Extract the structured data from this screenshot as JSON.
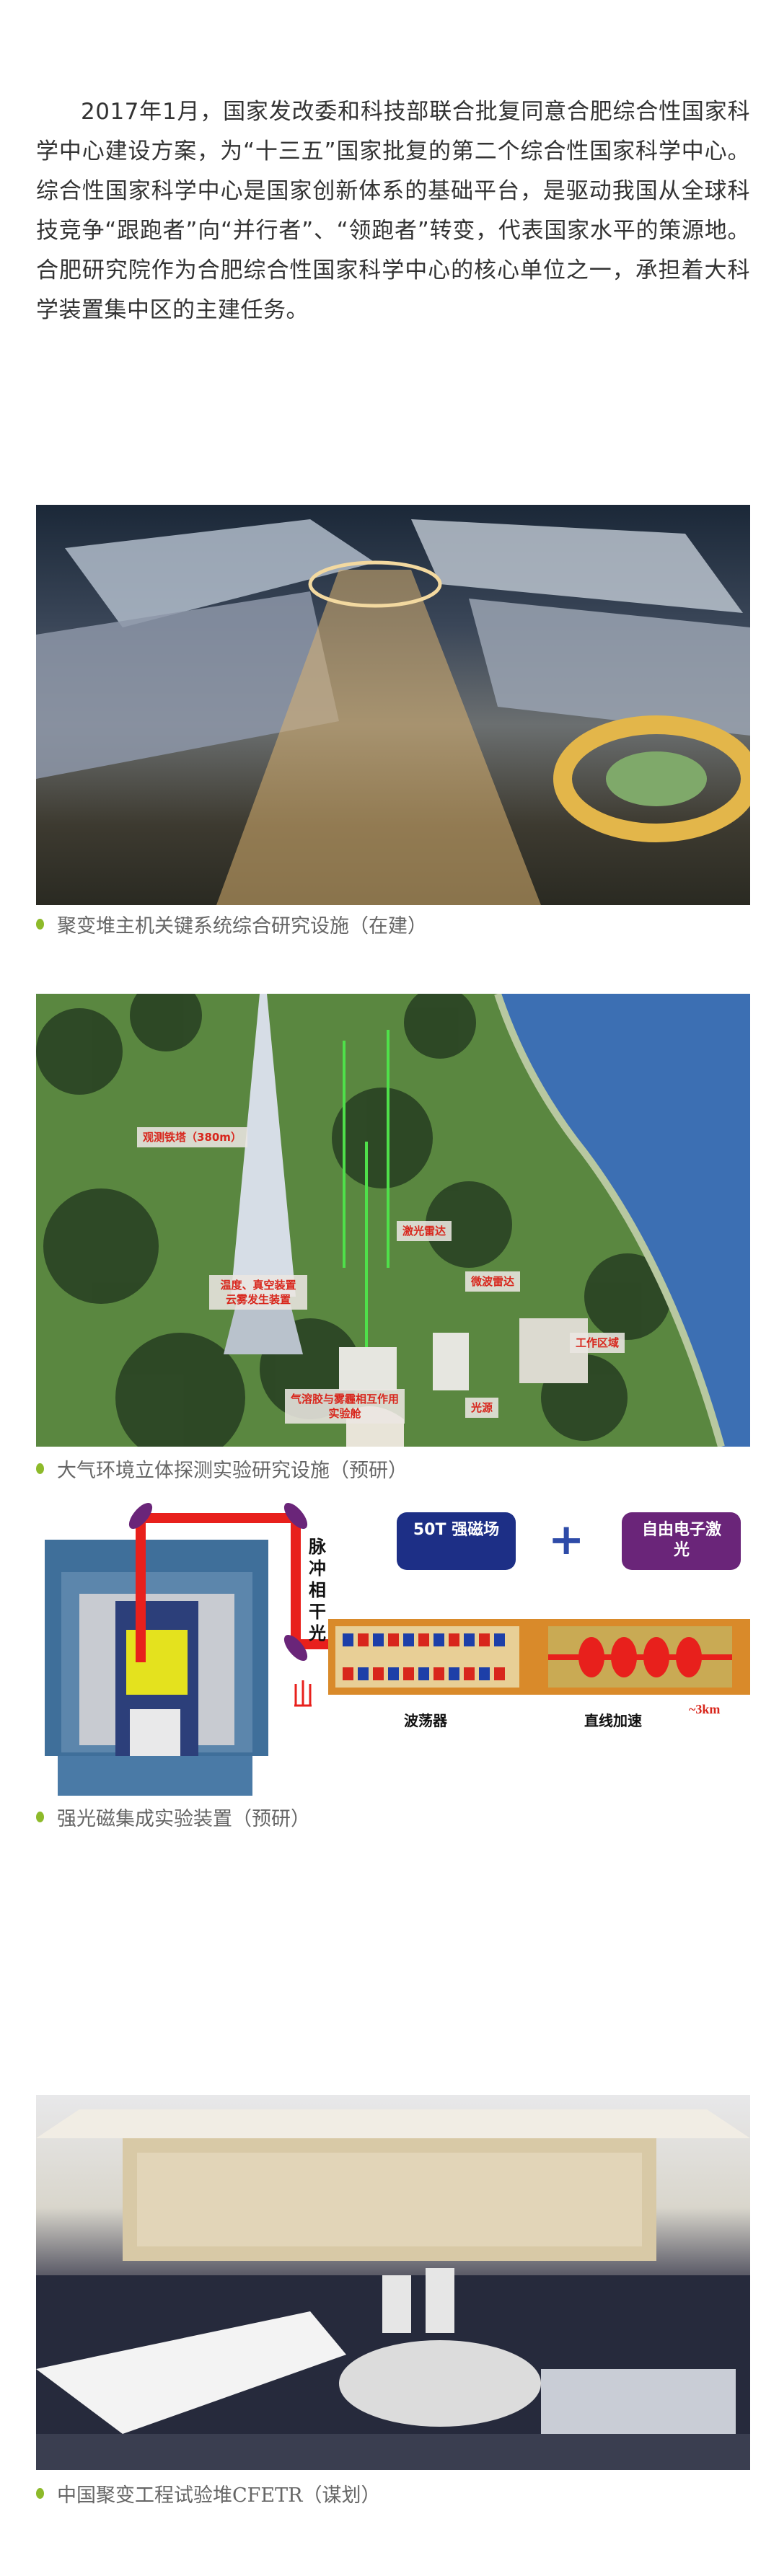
{
  "article": {
    "paragraph": "2017年1月，国家发改委和科技部联合批复同意合肥综合性国家科学中心建设方案，为“十三五”国家批复的第二个综合性国家科学中心。综合性国家科学中心是国家创新体系的基础平台，是驱动我国从全球科技竞争“跟跑者”向“并行者”、“领跑者”转变，代表国家水平的策源地。合肥研究院作为合肥综合性国家科学中心的核心单位之一，承担着大科学装置集中区的主建任务。"
  },
  "figures": [
    {
      "caption": "聚变堆主机关键系统综合研究设施（在建）"
    },
    {
      "caption": "大气环境立体探测实验研究设施（预研）",
      "labels": [
        "观测铁塔（380m）",
        "激光雷达",
        "微波雷达",
        "工作区域",
        "温度、真空装置 云雾发生装置",
        "气溶胶与雾霾相互作用实验舱",
        "光源"
      ]
    },
    {
      "caption": "强光磁集成实验装置（预研）",
      "labels": {
        "pulse": "脉冲相干光",
        "magnet": "50T 强磁场",
        "plus": "+",
        "fel": "自由电子激光",
        "undulator": "波荡器",
        "linac": "直线加速",
        "length": "~3km"
      }
    },
    {
      "caption": "中国聚变工程试验堆CFETR（谋划）"
    }
  ],
  "colors": {
    "bullet": "#8dba2a",
    "text": "#333333",
    "caption": "#666666",
    "magnet_box": "#1d2f86",
    "fel_box": "#6a2579",
    "beam": "#e8201c"
  }
}
